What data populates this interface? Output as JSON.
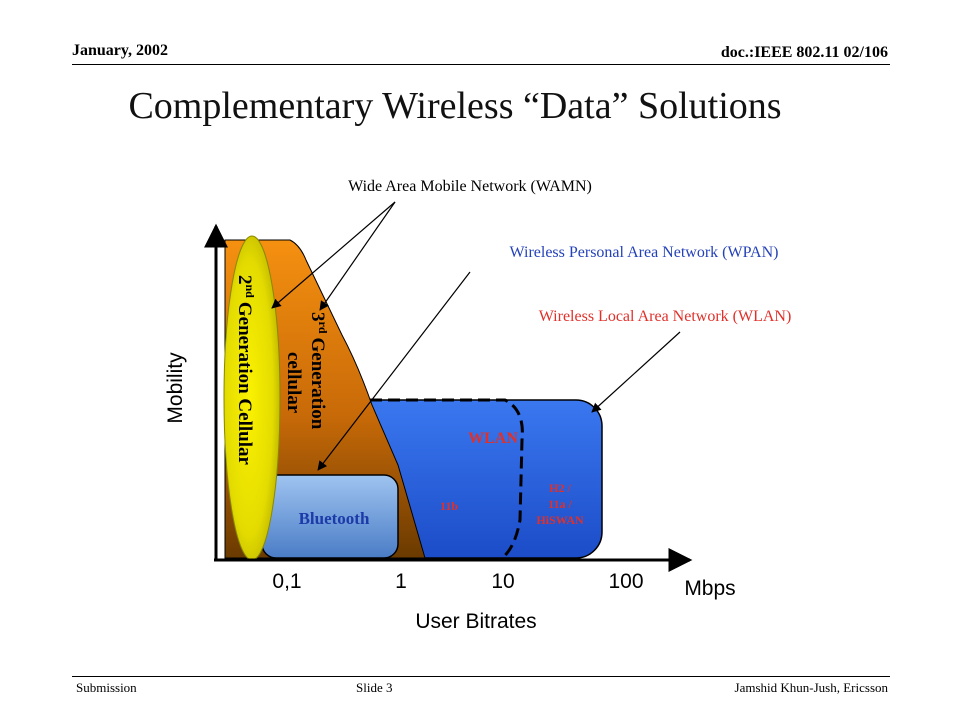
{
  "header": {
    "date": "January, 2002",
    "doc": "doc.:IEEE 802.11 02/106"
  },
  "slide": {
    "title": "Complementary Wireless “Data” Solutions"
  },
  "diagram": {
    "label_wamn": "Wide Area Mobile Network (WAMN)",
    "label_wpan": "Wireless Personal Area Network (WPAN)",
    "label_wlan_full": "Wireless Local Area Network (WLAN)",
    "gen2_sup": "nd",
    "gen2_pre": "2",
    "gen2_text": "Generation Cellular",
    "gen3_pre": "3",
    "gen3_sup": "rd",
    "gen3_text": "Generation",
    "gen3_text2": "cellular",
    "bluetooth": "Bluetooth",
    "wlan": "WLAN",
    "b11": "11b",
    "h2_line1": "H2 /",
    "h2_line2": "11a /",
    "h2_line3": "HiSWAN",
    "y_axis": "Mobility",
    "x_axis": "User Bitrates",
    "unit": "Mbps",
    "ticks": [
      "0,1",
      "1",
      "10",
      "100"
    ],
    "colors": {
      "wan3": "#d87a10",
      "gen2": "#e8e000",
      "wlan": "#2b63d8",
      "bluetooth": "#6e9ed8",
      "wpan_text": "#2442b8",
      "wlan_text": "#e0302a"
    }
  },
  "footer": {
    "left": "Submission",
    "mid": "Slide 3",
    "right": "Jamshid Khun-Jush, Ericsson"
  }
}
